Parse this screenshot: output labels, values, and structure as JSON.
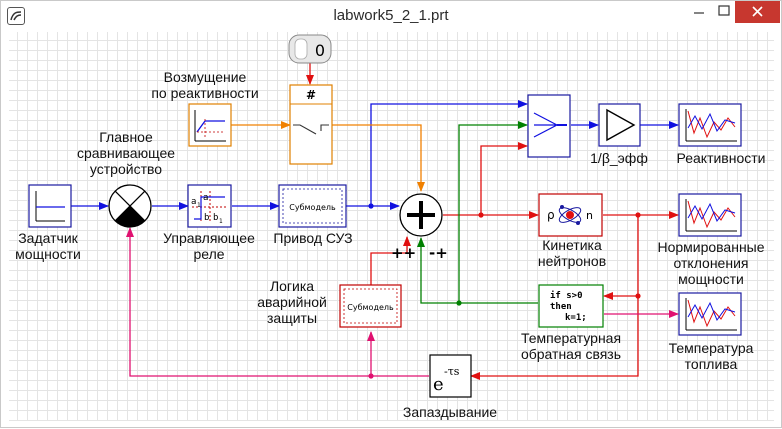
{
  "window": {
    "title": "labwork5_2_1.prt"
  },
  "blocks": {
    "constant": {
      "value": "0"
    },
    "switch": {
      "symbol": "#"
    },
    "submodel_drive": {
      "text": "Субмодель"
    },
    "submodel_logic": {
      "text": "Субмодель"
    },
    "beta": {
      "label": "1/β_эфф"
    },
    "delay": {
      "base": "e",
      "exponent": "-τs"
    },
    "summator_signs": {
      "left": "++",
      "right": "-+"
    },
    "relay_glyphs": {
      "a1": "a",
      "sub1": "1",
      "a": "a",
      "b": "b",
      "b1": "b",
      "sub_b1": "1"
    },
    "kinetics_glyphs": {
      "rho": "ρ",
      "n": "n"
    },
    "feedback_code": {
      "line1": "if s>0",
      "line2": "then",
      "line3": "k=1;"
    }
  },
  "labels": {
    "disturbance": [
      "Возмущение",
      "по реактивности"
    ],
    "comparator": [
      "Главное",
      "сравнивающее",
      "устройство"
    ],
    "setpoint": [
      "Задатчик",
      "мощности"
    ],
    "relay": [
      "Управляющее",
      "реле"
    ],
    "drive": "Привод СУЗ",
    "kinetics": [
      "Кинетика",
      "нейтронов"
    ],
    "reactivity": "Реактивности",
    "normalized": [
      "Нормированные",
      "отклонения",
      "мощности"
    ],
    "logic": [
      "Логика",
      "аварийной",
      "защиты"
    ],
    "temp_feedback": [
      "Температурная",
      "обратная связь"
    ],
    "fuel_temp": [
      "Температура",
      "топлива"
    ],
    "delay": "Запаздывание"
  },
  "colors": {
    "blue": "#1010e0",
    "red": "#e01010",
    "orange": "#f08000",
    "green": "#008000",
    "magenta": "#e01070",
    "block_border_blue": "#1a1aa0",
    "block_border_red": "#c00000"
  }
}
